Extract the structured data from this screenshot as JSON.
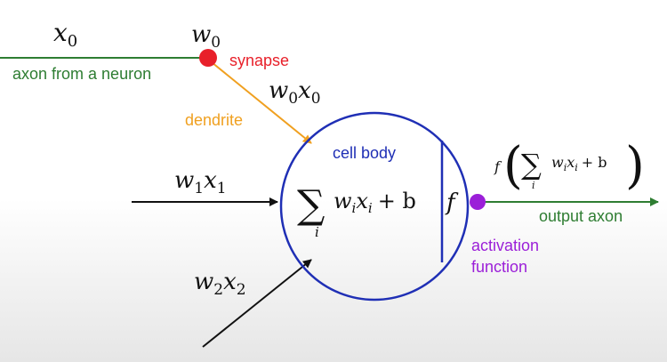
{
  "colors": {
    "axon": "#2e7d32",
    "synapse": "#e8202a",
    "dendrite": "#f0a020",
    "cell": "#1f2fb5",
    "activation": "#9b1fd8",
    "arrow": "#111111"
  },
  "labels": {
    "x0": "x",
    "x0_sub": "0",
    "w0": "w",
    "w0_sub": "0",
    "w0x0": "w",
    "w0x0_sub1": "0",
    "w0x0_x": "x",
    "w0x0_sub2": "0",
    "w1x1": "w",
    "w1x1_sub1": "1",
    "w1x1_x": "x",
    "w1x1_sub2": "1",
    "w2x2": "w",
    "w2x2_sub1": "2",
    "w2x2_x": "x",
    "w2x2_sub2": "2",
    "axon_from_neuron": "axon from a neuron",
    "synapse": "synapse",
    "dendrite": "dendrite",
    "cell_body": "cell body",
    "output_axon": "output axon",
    "activation_line1": "activation",
    "activation_line2": "function"
  },
  "formula": {
    "sum": "∑",
    "index": "i",
    "w": "w",
    "x": "x",
    "plus_b": "+ b",
    "f": "f",
    "open_paren": "(",
    "close_paren": ")"
  }
}
